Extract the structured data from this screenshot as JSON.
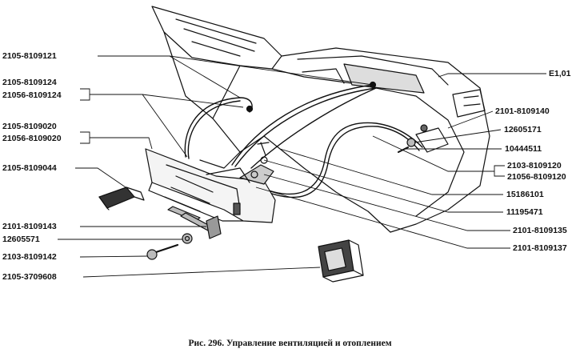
{
  "caption": "Рис. 296. Управление вентиляцией и отоплением",
  "labels": {
    "left": [
      "2105-8109121",
      "2105-8109124",
      "21056-8109124",
      "2105-8109020",
      "21056-8109020",
      "2105-8109044",
      "2101-8109143",
      "12605571",
      "2103-8109142",
      "2105-3709608"
    ],
    "right": [
      "E1,01",
      "2101-8109140",
      "12605171",
      "10444511",
      "2103-8109120",
      "21056-8109120",
      "15186101",
      "11195471",
      "2101-8109135",
      "2101-8109137"
    ]
  }
}
